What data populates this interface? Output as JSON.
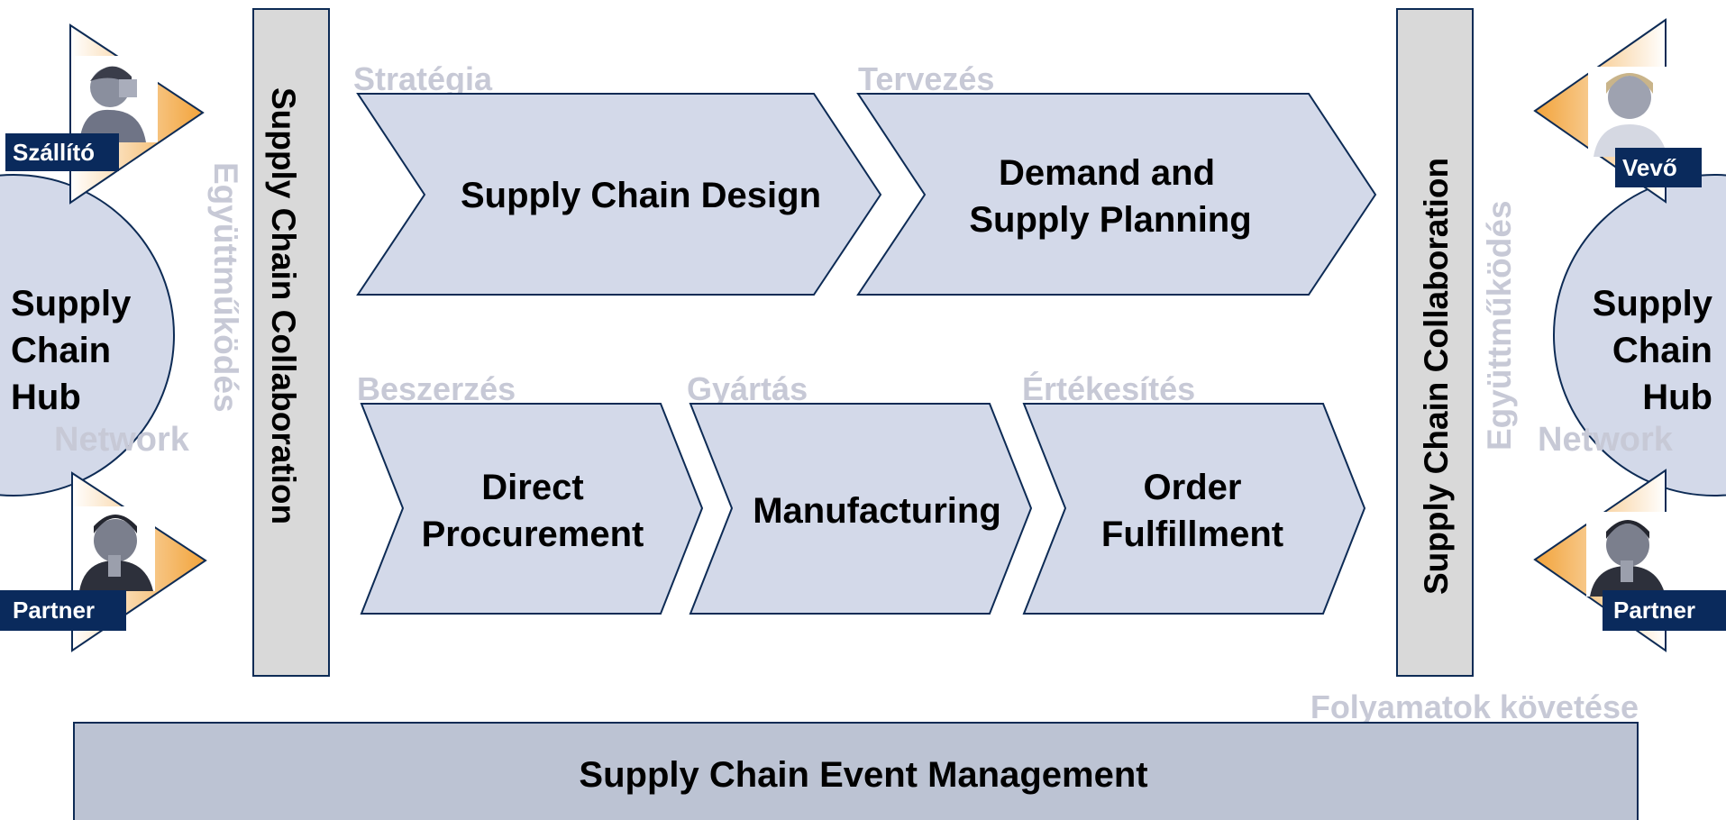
{
  "colors": {
    "panel_fill": "#d3d9e9",
    "outline": "#0d2b55",
    "ghost_text": "#c7c9d6",
    "collab_bar": "#d9d9d9",
    "event_bar": "#bcc3d3",
    "badge": "#0a2a5c",
    "orange": "#f2a33a"
  },
  "hub_left": {
    "title_lines": [
      "Supply",
      "Chain",
      "Hub"
    ],
    "network": "Network"
  },
  "hub_right": {
    "title_lines": [
      "Supply",
      "Chain",
      "Hub"
    ],
    "network": "Network"
  },
  "people": {
    "top_left": {
      "badge": "Szállító",
      "icon": "person-photo-icon"
    },
    "bottom_left": {
      "badge": "Partner",
      "icon": "person-photo-icon"
    },
    "top_right": {
      "badge": "Vevő",
      "icon": "person-photo-icon"
    },
    "bottom_right": {
      "badge": "Partner",
      "icon": "person-photo-icon"
    }
  },
  "collab_left": {
    "label": "Supply Chain Collaboration",
    "ghost": "Együttműködés"
  },
  "collab_right": {
    "label": "Supply Chain Collaboration",
    "ghost": "Együttműködés"
  },
  "stages": {
    "strategia": {
      "ghost": "Stratégia",
      "lines": [
        "Supply Chain Design"
      ]
    },
    "tervezes": {
      "ghost": "Tervezés",
      "lines": [
        "Demand and",
        "Supply Planning"
      ]
    },
    "beszerzes": {
      "ghost": "Beszerzés",
      "lines": [
        "Direct",
        "Procurement"
      ]
    },
    "gyartas": {
      "ghost": "Gyártás",
      "lines": [
        "Manufacturing"
      ]
    },
    "ertekesites": {
      "ghost": "Értékesítés",
      "lines": [
        "Order",
        "Fulfillment"
      ]
    }
  },
  "event": {
    "ghost": "Folyamatok követése",
    "label": "Supply Chain Event Management"
  }
}
